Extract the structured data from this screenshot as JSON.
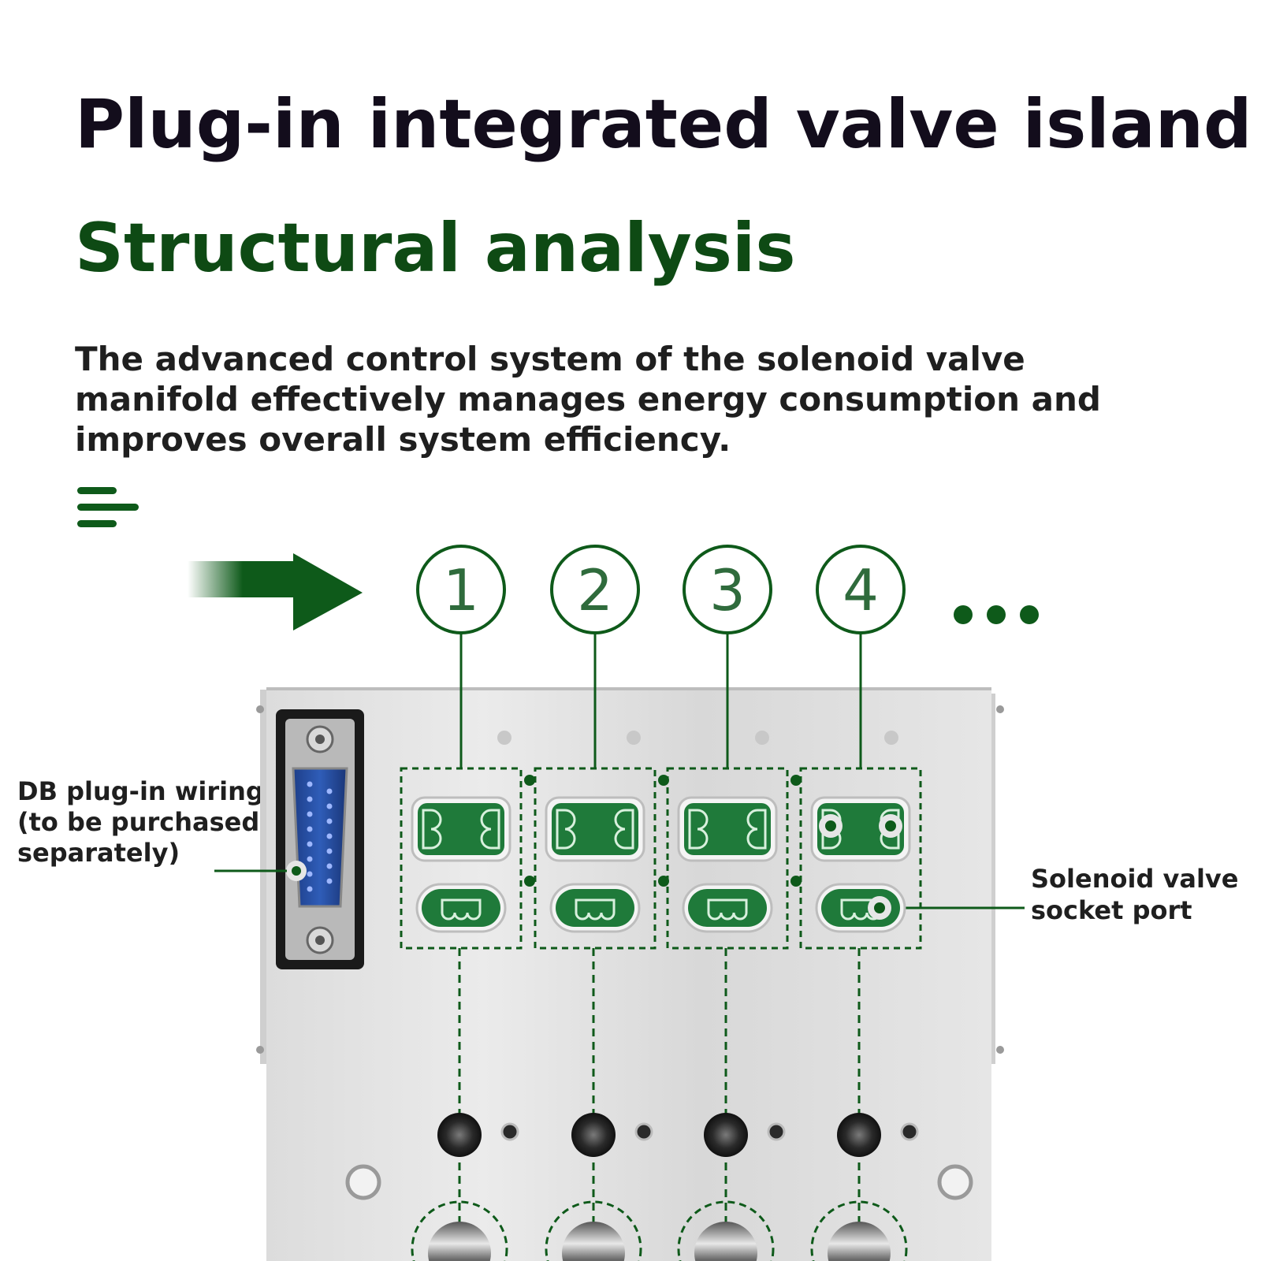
{
  "title": "Plug-in integrated valve island",
  "subtitle": "Structural analysis",
  "description": "The advanced control system of the solenoid valve manifold effectively manages energy consumption and improves overall system efficiency.",
  "callouts": {
    "db_wiring": "DB plug-in wiring (to be purchased separately)",
    "socket_port": "Solenoid valve socket port"
  },
  "stations": [
    "1",
    "2",
    "3",
    "4"
  ],
  "more_indicator": "...",
  "colors": {
    "accent": "#0e5a1a",
    "title": "#130d1c",
    "subtitle": "#0e4a14",
    "socket_green": "#1f7a3a"
  },
  "icons": [
    "menu-icon",
    "arrow-right-icon",
    "db-connector-icon"
  ]
}
